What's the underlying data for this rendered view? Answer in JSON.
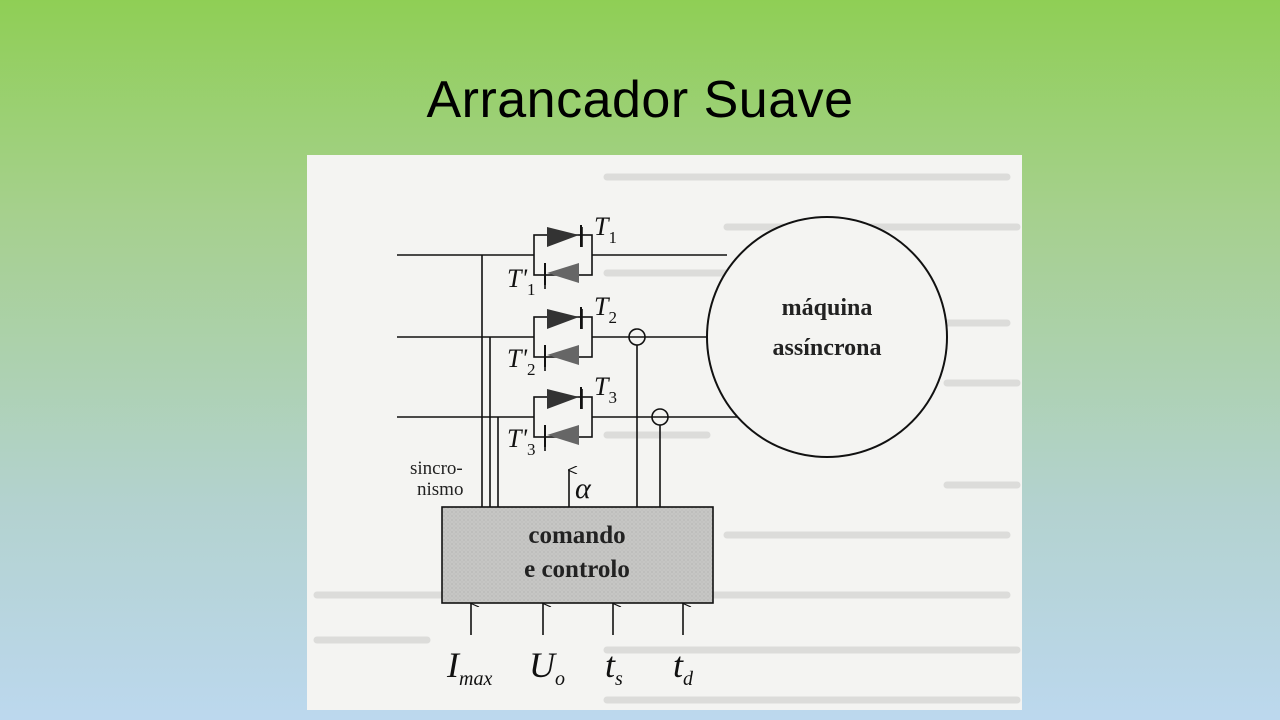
{
  "slide": {
    "title": "Arrancador Suave"
  },
  "diagram": {
    "thyristors": [
      {
        "upper": "T",
        "upper_sub": "1",
        "lower": "T'",
        "lower_sub": "1"
      },
      {
        "upper": "T",
        "upper_sub": "2",
        "lower": "T'",
        "lower_sub": "2"
      },
      {
        "upper": "T",
        "upper_sub": "3",
        "lower": "T'",
        "lower_sub": "3"
      }
    ],
    "motor": {
      "line1": "máquina",
      "line2": "assíncrona"
    },
    "sync": {
      "line1": "sincro-",
      "line2": "nismo"
    },
    "alpha": "α",
    "control": {
      "line1": "comando",
      "line2": "e controlo"
    },
    "inputs": [
      {
        "main": "I",
        "sub": "max"
      },
      {
        "main": "U",
        "sub": "o"
      },
      {
        "main": "t",
        "sub": "s"
      },
      {
        "main": "t",
        "sub": "d"
      }
    ],
    "colors": {
      "control_fill": "#c6c6c4",
      "line": "#111111"
    }
  }
}
